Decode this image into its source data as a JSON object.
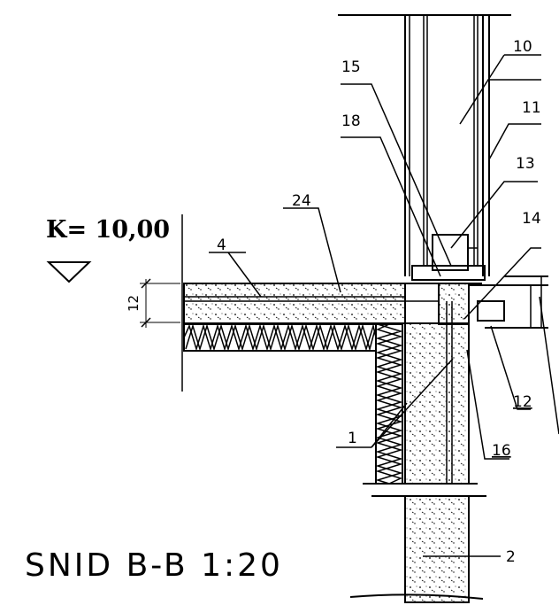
{
  "drawing": {
    "title": "SNID B-B 1:20",
    "level_mark": "K= 10,00",
    "dimension_12": "12",
    "callouts": [
      "10",
      "15",
      "11",
      "18",
      "13",
      "24",
      "14",
      "4",
      "12",
      "1",
      "16",
      "2"
    ]
  },
  "colors": {
    "ink": "#000000",
    "paper": "#ffffff"
  }
}
